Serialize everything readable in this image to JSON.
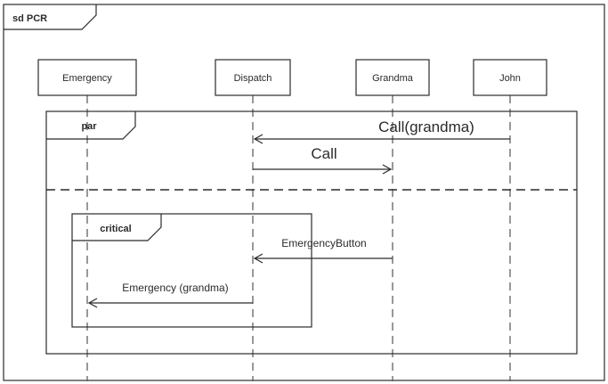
{
  "frame": {
    "label": "sd PCR"
  },
  "lifelines": [
    {
      "id": "emergency",
      "name": "Emergency"
    },
    {
      "id": "dispatch",
      "name": "Dispatch"
    },
    {
      "id": "grandma",
      "name": "Grandma"
    },
    {
      "id": "john",
      "name": "John"
    }
  ],
  "fragments": {
    "par": {
      "operator": "par"
    },
    "critical": {
      "operator": "critical"
    }
  },
  "messages": [
    {
      "id": "call-grandma",
      "label": "Call(grandma)",
      "from": "john",
      "to": "dispatch"
    },
    {
      "id": "call",
      "label": "Call",
      "from": "dispatch",
      "to": "grandma"
    },
    {
      "id": "emergency-button",
      "label": "EmergencyButton",
      "from": "grandma",
      "to": "dispatch"
    },
    {
      "id": "emergency-grandma",
      "label": "Emergency (grandma)",
      "from": "dispatch",
      "to": "emergency"
    }
  ]
}
